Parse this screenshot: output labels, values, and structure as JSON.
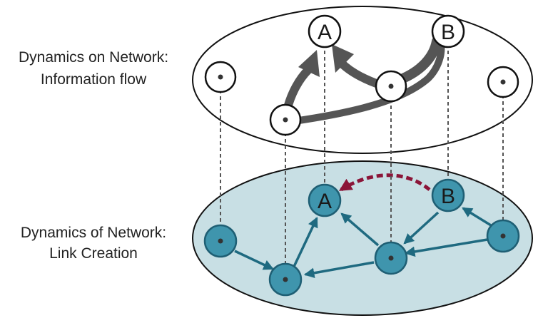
{
  "upper_layer": {
    "label_line1": "Dynamics on Network:",
    "label_line2": "Information flow",
    "node_a_letter": "A",
    "node_b_letter": "B"
  },
  "lower_layer": {
    "label_line1": "Dynamics of Network:",
    "label_line2": "Link Creation",
    "node_a_letter": "A",
    "node_b_letter": "B"
  },
  "colors": {
    "upper_fill": "#ffffff",
    "lower_fill": "#c8dfe4",
    "node_fill": "#3f95ad",
    "node_stroke": "#1f5f74",
    "edge_color": "#1f6a80",
    "flow_color": "#555555",
    "dashed_arrow": "#8b1538",
    "connector": "#555555"
  }
}
